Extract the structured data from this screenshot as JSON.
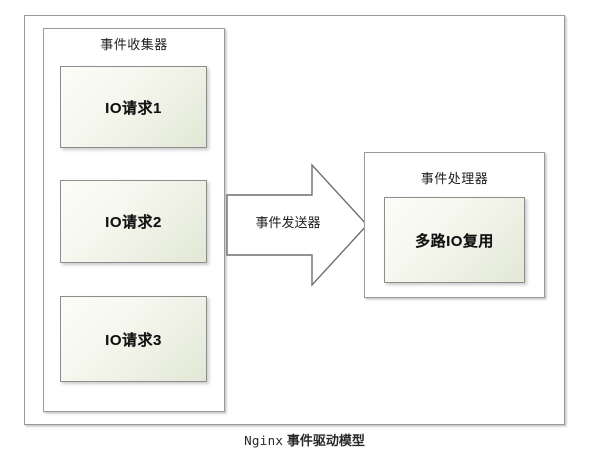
{
  "diagram": {
    "caption_latin": "Nginx",
    "caption_cjk": "事件驱动模型",
    "caption_full": "Nginx 事件驱动模型",
    "background_color": "#ffffff",
    "border_color": "#9a9a9a",
    "box_fill_start": "#fdfdf8",
    "box_fill_end": "#e2e7d6",
    "text_color": "#111111"
  },
  "outer_frame": {
    "name": "nginx-event-driven-model-frame"
  },
  "collector": {
    "title": "事件收集器",
    "requests": [
      {
        "label": "IO请求1"
      },
      {
        "label": "IO请求2"
      },
      {
        "label": "IO请求3"
      }
    ]
  },
  "arrow": {
    "label": "事件发送器",
    "direction": "right",
    "stroke": "#6f6f6f",
    "fill": "#ffffff"
  },
  "handler": {
    "title": "事件处理器",
    "inner": {
      "label": "多路IO复用"
    }
  }
}
